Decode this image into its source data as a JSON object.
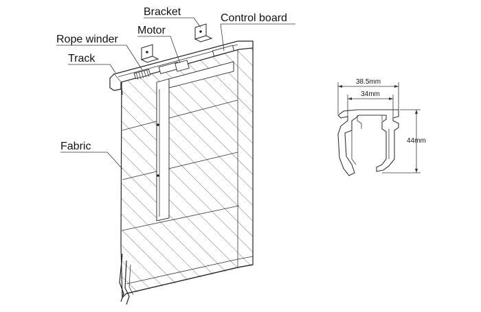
{
  "labels": {
    "bracket": "Bracket",
    "control_board": "Control board",
    "motor": "Motor",
    "rope_winder": "Rope winder",
    "track": "Track",
    "fabric": "Fabric"
  },
  "dimensions": {
    "outer_width": "38.5mm",
    "inner_width": "34mm",
    "height": "44mm"
  }
}
